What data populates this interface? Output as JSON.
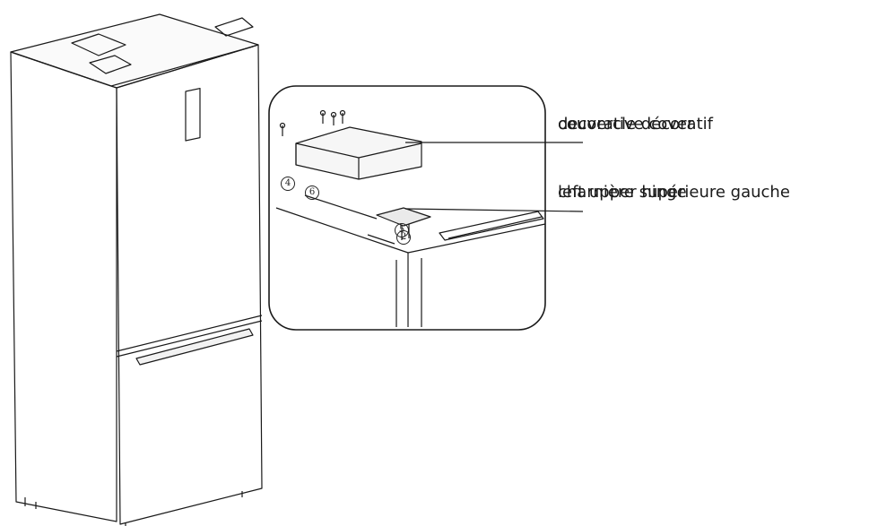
{
  "labels": [
    {
      "id": "decorative-cover",
      "texts": [
        "decorative cover",
        "couvercle décoratif"
      ]
    },
    {
      "id": "left-upper-hinge",
      "texts": [
        "left upper hinge",
        "charnière supérieure gauche"
      ]
    }
  ],
  "callouts": [
    "4",
    "6",
    "5",
    "2"
  ],
  "colors": {
    "line": "#1a1a1a",
    "background": "#ffffff"
  }
}
